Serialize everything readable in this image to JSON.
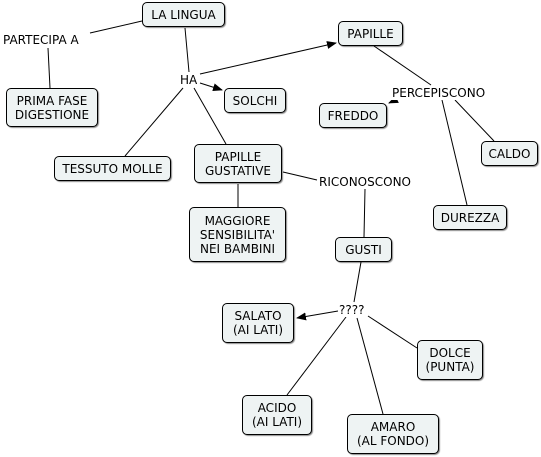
{
  "concepts": {
    "la_lingua": "LA LINGUA",
    "papille": "PAPILLE",
    "prima_fase_digestione": "PRIMA FASE\nDIGESTIONE",
    "solchi": "SOLCHI",
    "freddo": "FREDDO",
    "caldo": "CALDO",
    "tessuto_molle": "TESSUTO MOLLE",
    "papille_gustative": "PAPILLE\nGUSTATIVE",
    "durezza": "DUREZZA",
    "maggiore_sensibilita": "MAGGIORE\nSENSIBILITA'\nNEI BAMBINI",
    "gusti": "GUSTI",
    "salato": "SALATO\n(AI LATI)",
    "dolce": "DOLCE\n(PUNTA)",
    "acido": "ACIDO\n(AI LATI)",
    "amaro": "AMARO\n(AL FONDO)"
  },
  "linking_phrases": {
    "partecipa_a": "PARTECIPA  A",
    "ha": "HA",
    "percepiscono": "PERCEPISCONO",
    "riconoscono": "RICONOSCONO",
    "question": "????"
  }
}
